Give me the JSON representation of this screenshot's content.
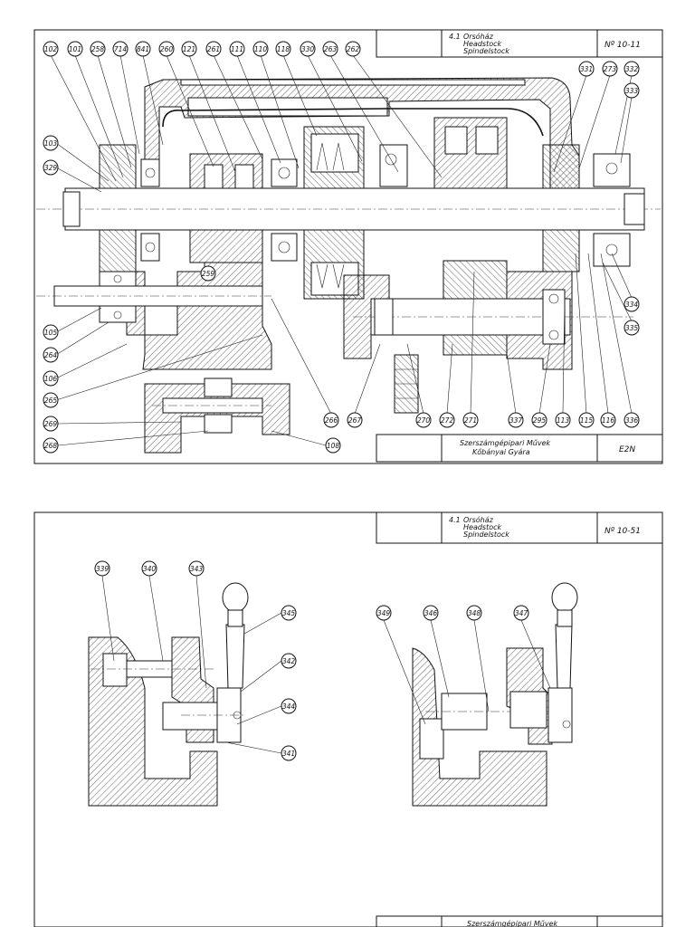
{
  "sheet1": {
    "title_block": {
      "section": "4.1",
      "title_hu": "Orsóház",
      "title_en": "Headstock",
      "title_de": "Spindelstock",
      "number": "Nº 10-11",
      "maker_line1": "Szerszámgépipari Művek",
      "maker_line2": "Kőbányai Gyára",
      "model": "E2N"
    },
    "callouts": [
      "102",
      "101",
      "258",
      "714",
      "841",
      "260",
      "121",
      "261",
      "111",
      "110",
      "118",
      "330",
      "263",
      "262",
      "331",
      "273",
      "332",
      "333",
      "103",
      "329",
      "259",
      "105",
      "264",
      "106",
      "265",
      "269",
      "268",
      "108",
      "266",
      "267",
      "270",
      "272",
      "271",
      "337",
      "295",
      "113",
      "115",
      "116",
      "336",
      "334",
      "335"
    ]
  },
  "sheet2": {
    "title_block": {
      "section": "4.1",
      "title_hu": "Orsóház",
      "title_en": "Headstock",
      "title_de": "Spindelstock",
      "number": "Nº 10-51"
    },
    "callouts": [
      "339",
      "340",
      "343",
      "345",
      "342",
      "344",
      "341",
      "349",
      "346",
      "348",
      "347"
    ]
  },
  "sheet3": {
    "maker_line1_partial": "Szerszámgépipari Művek"
  }
}
